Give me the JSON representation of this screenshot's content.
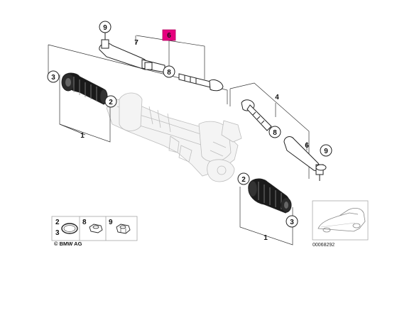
{
  "callouts": {
    "top_left_tie_rod_end": "9",
    "right_tie_rod_end": "9",
    "highlighted_part": "6",
    "left_tie_rod_label": "7",
    "left_inner_rod": "8",
    "right_inner_rod": "8",
    "right_assembly": "4",
    "right_tie_rod_label": "6",
    "left_boot_clamp": "3",
    "left_boot_ring": "2",
    "left_boot": "1",
    "right_boot_clamp_top": "2",
    "right_boot_ring": "3",
    "right_boot": "1"
  },
  "legend": {
    "item_a_top": "2",
    "item_a_bottom": "3",
    "item_b": "8",
    "item_c": "9"
  },
  "copyright": "© BMW AG",
  "image_code": "00068292",
  "colors": {
    "highlight": "#e6007e",
    "outline": "#222222",
    "ghost": "#bdbdbd"
  }
}
